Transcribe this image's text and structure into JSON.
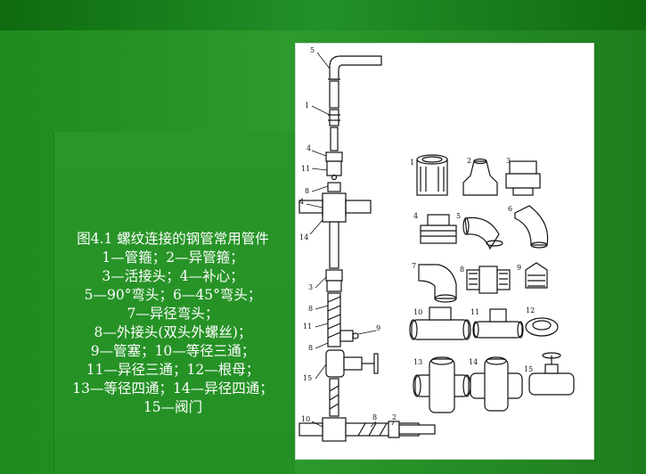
{
  "caption": {
    "lines": [
      "图4.1  螺纹连接的钢管常用管件",
      "1—管箍；2—异管箍；",
      "3—活接头；4—补心；",
      "5—90°弯头；6—45°弯头；",
      "7—异径弯头；",
      "8—外接头(双头外螺丝)；",
      "9—管塞；10—等径三通；",
      "11—异径三通；12—根母；",
      "13—等径四通；14—异径四通；",
      "15—阀门"
    ]
  },
  "figure": {
    "callouts_left": [
      "5",
      "1",
      "4",
      "11",
      "8",
      "4",
      "14",
      "3",
      "8",
      "11",
      "8",
      "15",
      "10",
      "8",
      "2",
      "9"
    ],
    "callouts_right": [
      "1",
      "2",
      "3",
      "4",
      "5",
      "6",
      "7",
      "8",
      "9",
      "10",
      "11",
      "12",
      "13",
      "14",
      "15"
    ]
  },
  "colors": {
    "background": "#2c9a2c",
    "figure_bg": "#ffffff",
    "text": "#ffffff"
  }
}
